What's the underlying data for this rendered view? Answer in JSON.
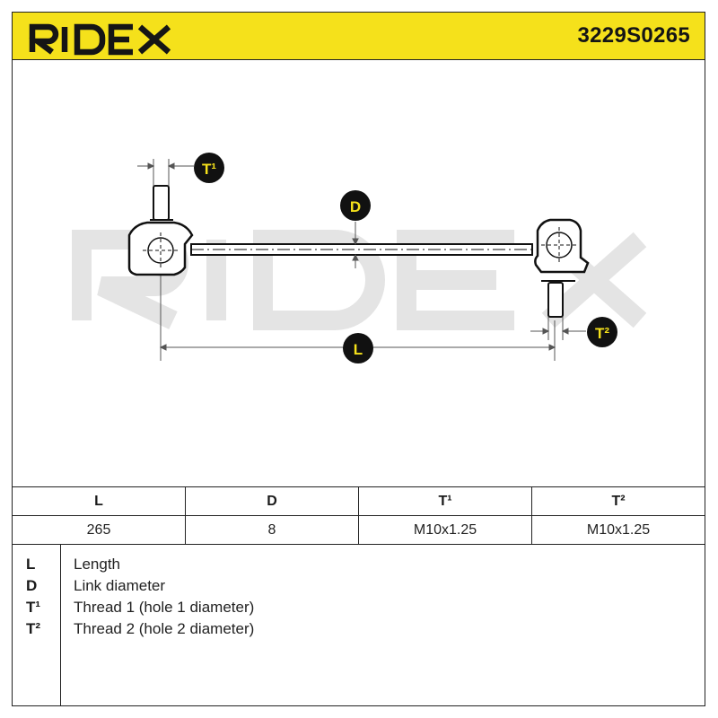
{
  "header": {
    "brand": "RIDEX",
    "part_number": "3229S0265",
    "background": "#f5e11b"
  },
  "drawing": {
    "watermark": "RIDEX",
    "markers": {
      "t1": "T¹",
      "d": "D",
      "l": "L",
      "t2": "T²"
    }
  },
  "specs": {
    "headers": [
      "L",
      "D",
      "T¹",
      "T²"
    ],
    "values": [
      "265",
      "8",
      "M10x1.25",
      "M10x1.25"
    ]
  },
  "legend": [
    {
      "symbol": "L",
      "description": "Length"
    },
    {
      "symbol": "D",
      "description": "Link diameter"
    },
    {
      "symbol": "T¹",
      "description": "Thread 1 (hole 1 diameter)"
    },
    {
      "symbol": "T²",
      "description": "Thread 2 (hole 2 diameter)"
    }
  ]
}
